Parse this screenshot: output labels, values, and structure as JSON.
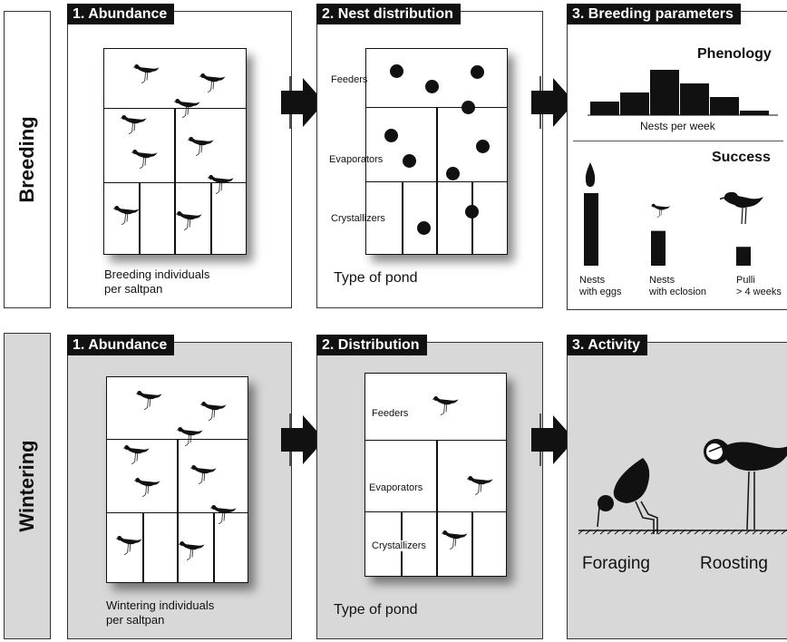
{
  "rows": {
    "breeding": {
      "label": "Breeding",
      "panel1": {
        "title": "1. Abundance",
        "caption_line1": "Breeding individuals",
        "caption_line2": "per saltpan"
      },
      "panel2": {
        "title": "2. Nest distribution",
        "caption": "Type of pond",
        "ponds": [
          "Feeders",
          "Evaporators",
          "Crystallizers"
        ]
      },
      "panel3": {
        "title": "3. Breeding parameters",
        "phenology": {
          "title": "Phenology",
          "axis_label": "Nests per week",
          "bar_values": [
            3,
            5,
            10,
            7,
            4,
            1
          ]
        },
        "success": {
          "title": "Success",
          "columns": [
            {
              "line1": "Nests",
              "line2": "with eggs",
              "value": 100
            },
            {
              "line1": "Nests",
              "line2": "with eclosion",
              "value": 48
            },
            {
              "line1": "Pulli",
              "line2": "> 4 weeks",
              "value": 26
            }
          ]
        }
      }
    },
    "wintering": {
      "label": "Wintering",
      "panel1": {
        "title": "1. Abundance",
        "caption_line1": "Wintering individuals",
        "caption_line2": "per saltpan"
      },
      "panel2": {
        "title": "2. Distribution",
        "caption": "Type of pond",
        "ponds": [
          "Feeders",
          "Evaporators",
          "Crystallizers"
        ]
      },
      "panel3": {
        "title": "3. Activity",
        "activities": [
          "Foraging",
          "Roosting"
        ]
      }
    }
  },
  "colors": {
    "dark": "#111111",
    "panel_gray": "#d8d8d8",
    "white": "#ffffff"
  },
  "icons": [
    "bird-icon",
    "nest-dot-icon",
    "right-arrow-icon",
    "egg-icon",
    "chick-icon"
  ]
}
